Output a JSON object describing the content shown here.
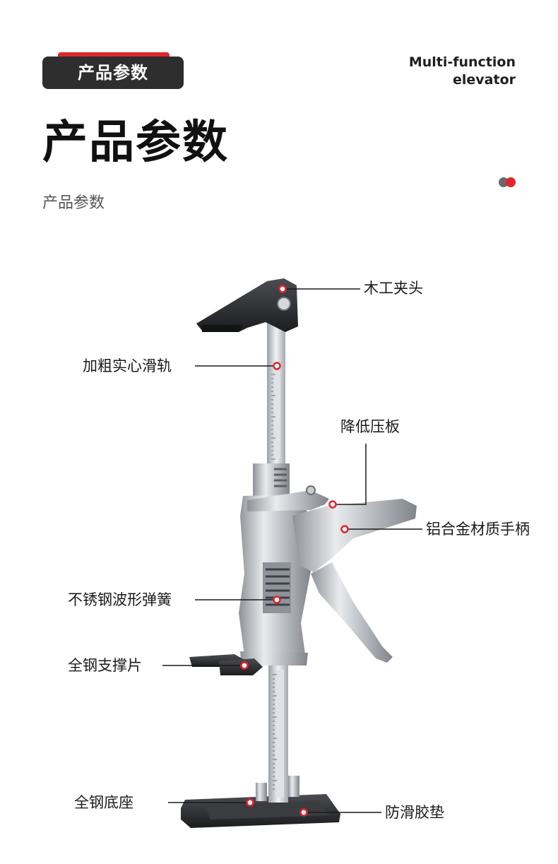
{
  "header": {
    "badge_text": "产品参数",
    "english_line1": "Multi-function",
    "english_line2": "elevator",
    "title": "产品参数",
    "subtitle": "产品参数"
  },
  "colors": {
    "accent": "#e0262b",
    "dark": "#2e2e2e",
    "metal": "#c9ccd0"
  },
  "callouts": {
    "clamp_head": "木工夹头",
    "solid_rail": "加粗实心滑轨",
    "pressure_plate": "降低压板",
    "handle": "铝合金材质手柄",
    "spring": "不锈钢波形弹簧",
    "support_plate": "全钢支撑片",
    "base": "全钢底座",
    "anti_slip_pad": "防滑胶垫"
  }
}
